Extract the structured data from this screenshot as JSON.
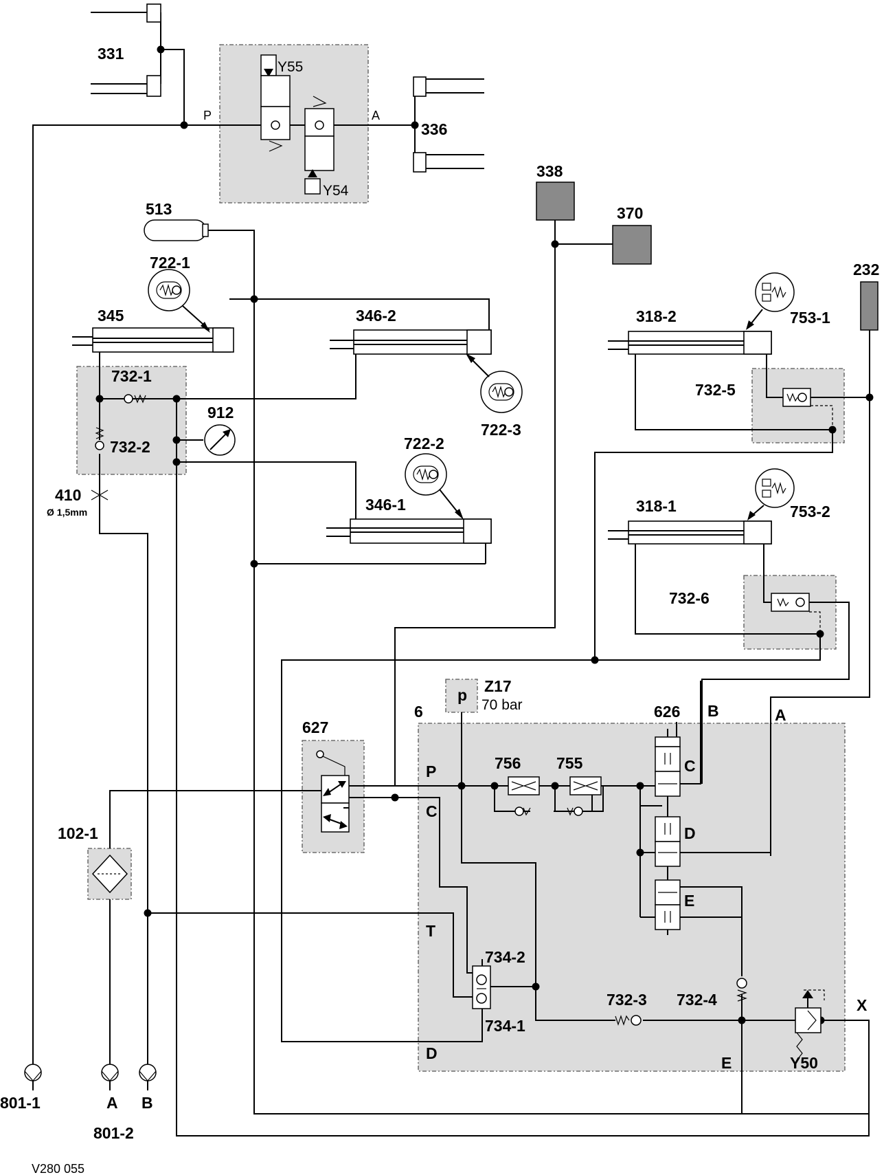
{
  "labels": {
    "c331": "331",
    "y55": "Y55",
    "y54": "Y54",
    "port_p_top": "P",
    "port_a_top": "A",
    "c336": "336",
    "c338": "338",
    "c370": "370",
    "c232": "232",
    "c513": "513",
    "c722_1": "722-1",
    "c345": "345",
    "c346_2": "346-2",
    "c722_3": "722-3",
    "c732_1": "732-1",
    "c912": "912",
    "c732_2": "732-2",
    "c410": "410",
    "c410_dia": "Ø 1,5mm",
    "c722_2": "722-2",
    "c346_1": "346-1",
    "c318_2": "318-2",
    "c753_1": "753-1",
    "c732_5": "732-5",
    "c318_1": "318-1",
    "c753_2": "753-2",
    "c732_6": "732-6",
    "z17": "Z17",
    "z17_pressure": "70 bar",
    "z17_p": "p",
    "c6": "6",
    "c627": "627",
    "c626": "626",
    "port_b_626": "B",
    "port_a_626": "A",
    "port_p_6": "P",
    "c756": "756",
    "c755": "755",
    "sec_c": "C",
    "sec_c_626": "C",
    "sec_d_626": "D",
    "sec_e_626": "E",
    "c102_1": "102-1",
    "port_t": "T",
    "c734_2": "734-2",
    "c732_3": "732-3",
    "c732_4": "732-4",
    "c734_1": "734-1",
    "port_x": "X",
    "port_d": "D",
    "port_e": "E",
    "y50": "Y50",
    "c801_1": "801-1",
    "c801_a": "A",
    "c801_b": "B",
    "c801_2": "801-2",
    "drawing_no": "V280 055"
  }
}
